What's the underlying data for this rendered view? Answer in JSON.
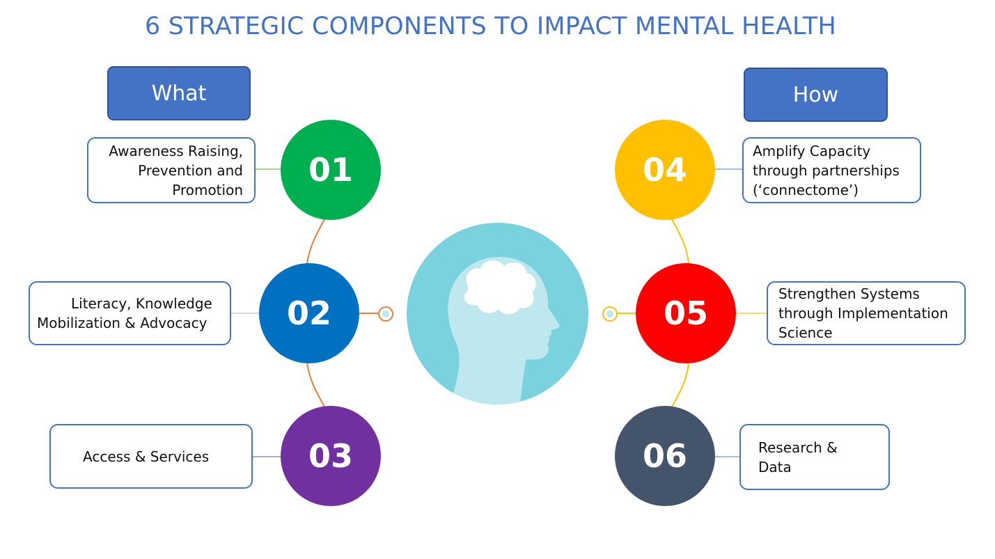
{
  "title": "6 STRATEGIC COMPONENTS TO IMPACT MENTAL HEALTH",
  "headers": {
    "what": "What",
    "how": "How"
  },
  "components": [
    {
      "number": "01",
      "lines": [
        "Awareness Raising,",
        "Prevention and",
        "Promotion"
      ],
      "color": "#00b050"
    },
    {
      "number": "02",
      "lines": [
        "Literacy, Knowledge",
        "Mobilization & Advocacy"
      ],
      "color": "#0070c0"
    },
    {
      "number": "03",
      "lines": [
        "Access & Services"
      ],
      "color": "#7030a0"
    },
    {
      "number": "04",
      "lines": [
        "Amplify Capacity",
        "through partnerships",
        "(‘connectome’)"
      ],
      "color": "#ffc000"
    },
    {
      "number": "05",
      "lines": [
        "Strengthen Systems",
        "through Implementation",
        "Science"
      ],
      "color": "#ff0000"
    },
    {
      "number": "06",
      "lines": [
        "Research &",
        "Data"
      ],
      "color": "#44546a"
    }
  ],
  "colors": {
    "title": "#4472c4",
    "header_fill": "#4472c4",
    "left_connector": "#ed7d31",
    "right_connector": "#ffc000",
    "brain_circle": "#79d2de",
    "head": "#bfe8ee"
  },
  "icons": {
    "center": "brain-head-icon"
  }
}
